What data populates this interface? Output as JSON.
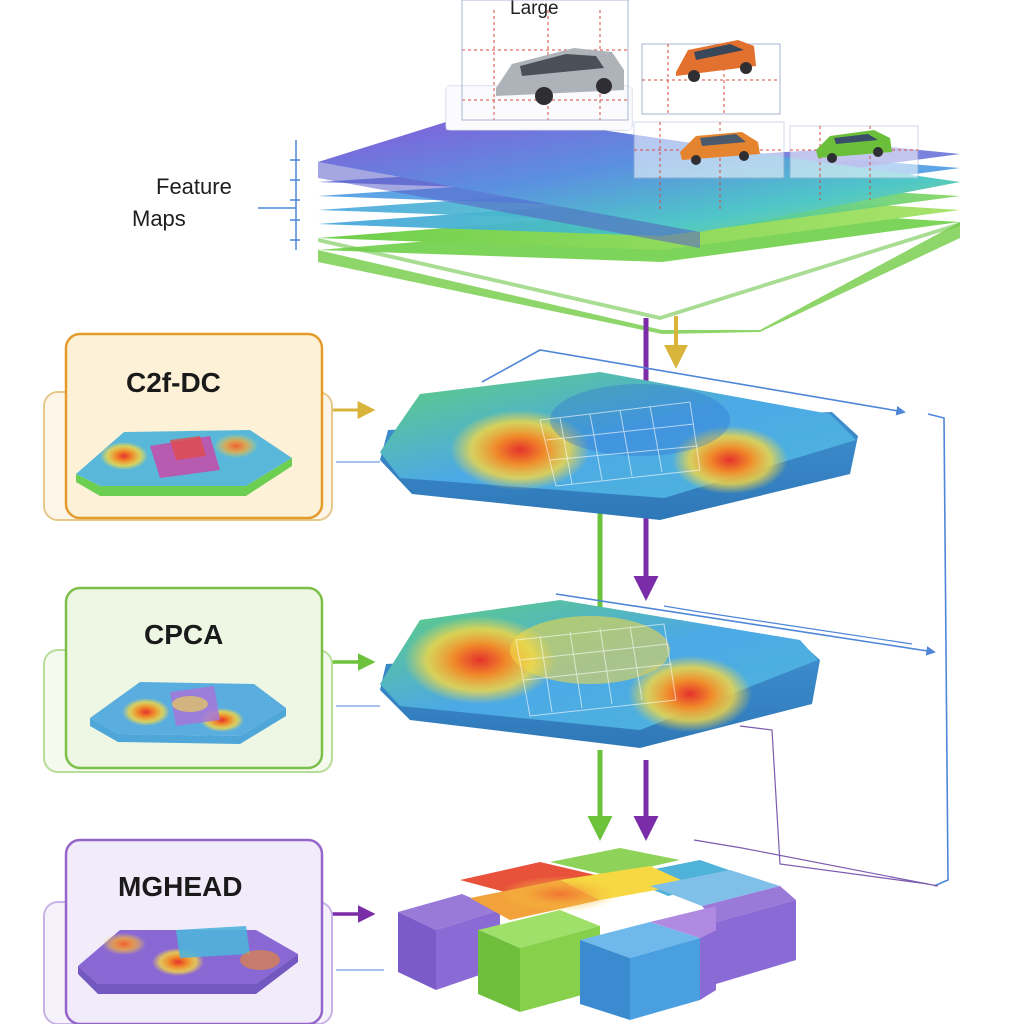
{
  "top_label": "Large",
  "feature_label": {
    "line1": "Feature",
    "line2": "Maps"
  },
  "modules": [
    {
      "label": "C2f-DC",
      "accent": "#e39b2c",
      "fill": "#fdf1d8"
    },
    {
      "label": "CPCA",
      "accent": "#7cc04a",
      "fill": "#eef7e3"
    },
    {
      "label": "MGHEAD",
      "accent": "#9466c9",
      "fill": "#f2ebfa"
    }
  ],
  "colors": {
    "purple": "#7b4bc9",
    "green": "#6cc23a",
    "blue": "#4f86d8",
    "gold": "#d8b43a",
    "heat_hot": "#e5322c"
  }
}
